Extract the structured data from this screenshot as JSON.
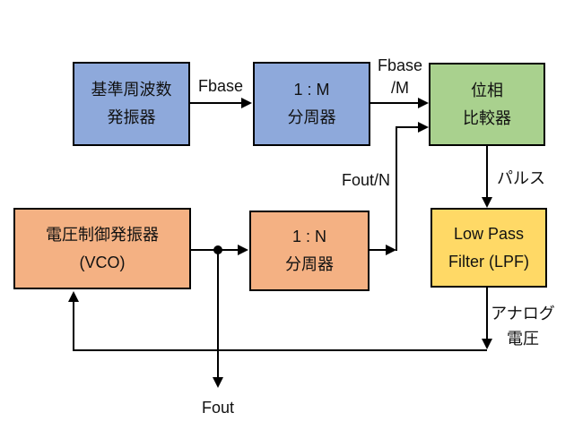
{
  "diagram": {
    "kind": "PLL block diagram",
    "background": "#FFFFFF",
    "stroke_color": "#000000",
    "text_color": "#111111"
  },
  "blocks": {
    "ref_osc": {
      "line1": "基準周波数",
      "line2": "発振器",
      "fill": "#8EA9DB"
    },
    "divider_m": {
      "line1": "1 : M",
      "line2": "分周器",
      "fill": "#8EA9DB"
    },
    "phase_comp": {
      "line1": "位相",
      "line2": "比較器",
      "fill": "#A9D18E"
    },
    "vco": {
      "line1": "電圧制御発振器",
      "line2": "(VCO)",
      "fill": "#F4B183"
    },
    "divider_n": {
      "line1": "1 : N",
      "line2": "分周器",
      "fill": "#F4B183"
    },
    "lpf": {
      "line1": "Low Pass",
      "line2": "Filter (LPF)",
      "fill": "#FFD966"
    }
  },
  "signal_labels": {
    "fbase": "Fbase",
    "fbase_div_line1": "Fbase",
    "fbase_div_line2": "/M",
    "fout_div": "Fout/N",
    "pulse": "パルス",
    "analog_line1": "アナログ",
    "analog_line2": "電圧",
    "fout": "Fout"
  }
}
